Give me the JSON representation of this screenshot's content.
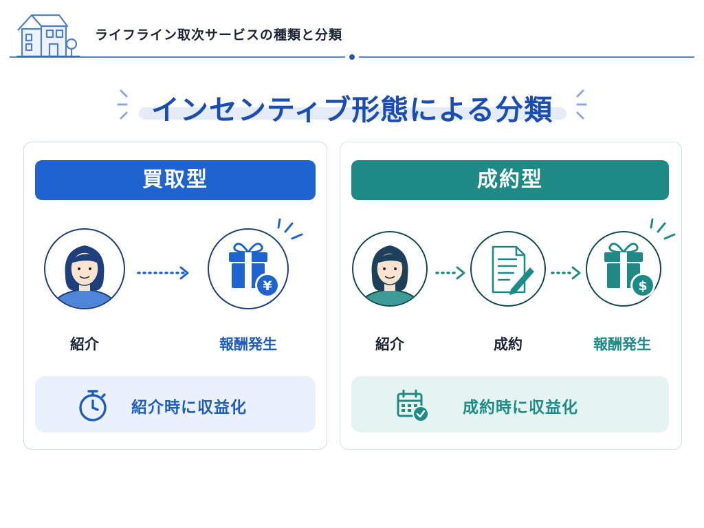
{
  "header": {
    "title": "ライフライン取次サービスの種類と分類",
    "icon": "house-icon"
  },
  "main_title": "インセンティブ形態による分類",
  "cards": [
    {
      "title": "買取型",
      "color": "#1f63d1",
      "steps": [
        {
          "label": "紹介",
          "icon": "person-icon"
        },
        {
          "label": "報酬発生",
          "icon": "gift-yen-icon"
        }
      ],
      "summary": {
        "text": "紹介時に収益化",
        "icon": "stopwatch-icon"
      }
    },
    {
      "title": "成約型",
      "color": "#1d8a85",
      "steps": [
        {
          "label": "紹介",
          "icon": "person-icon"
        },
        {
          "label": "成約",
          "icon": "contract-pen-icon"
        },
        {
          "label": "報酬発生",
          "icon": "gift-dollar-icon"
        }
      ],
      "summary": {
        "text": "成約時に収益化",
        "icon": "calendar-check-icon"
      }
    }
  ],
  "colors": {
    "blue": "#1f63d1",
    "teal": "#1d8a85",
    "title": "#1a4db3"
  }
}
